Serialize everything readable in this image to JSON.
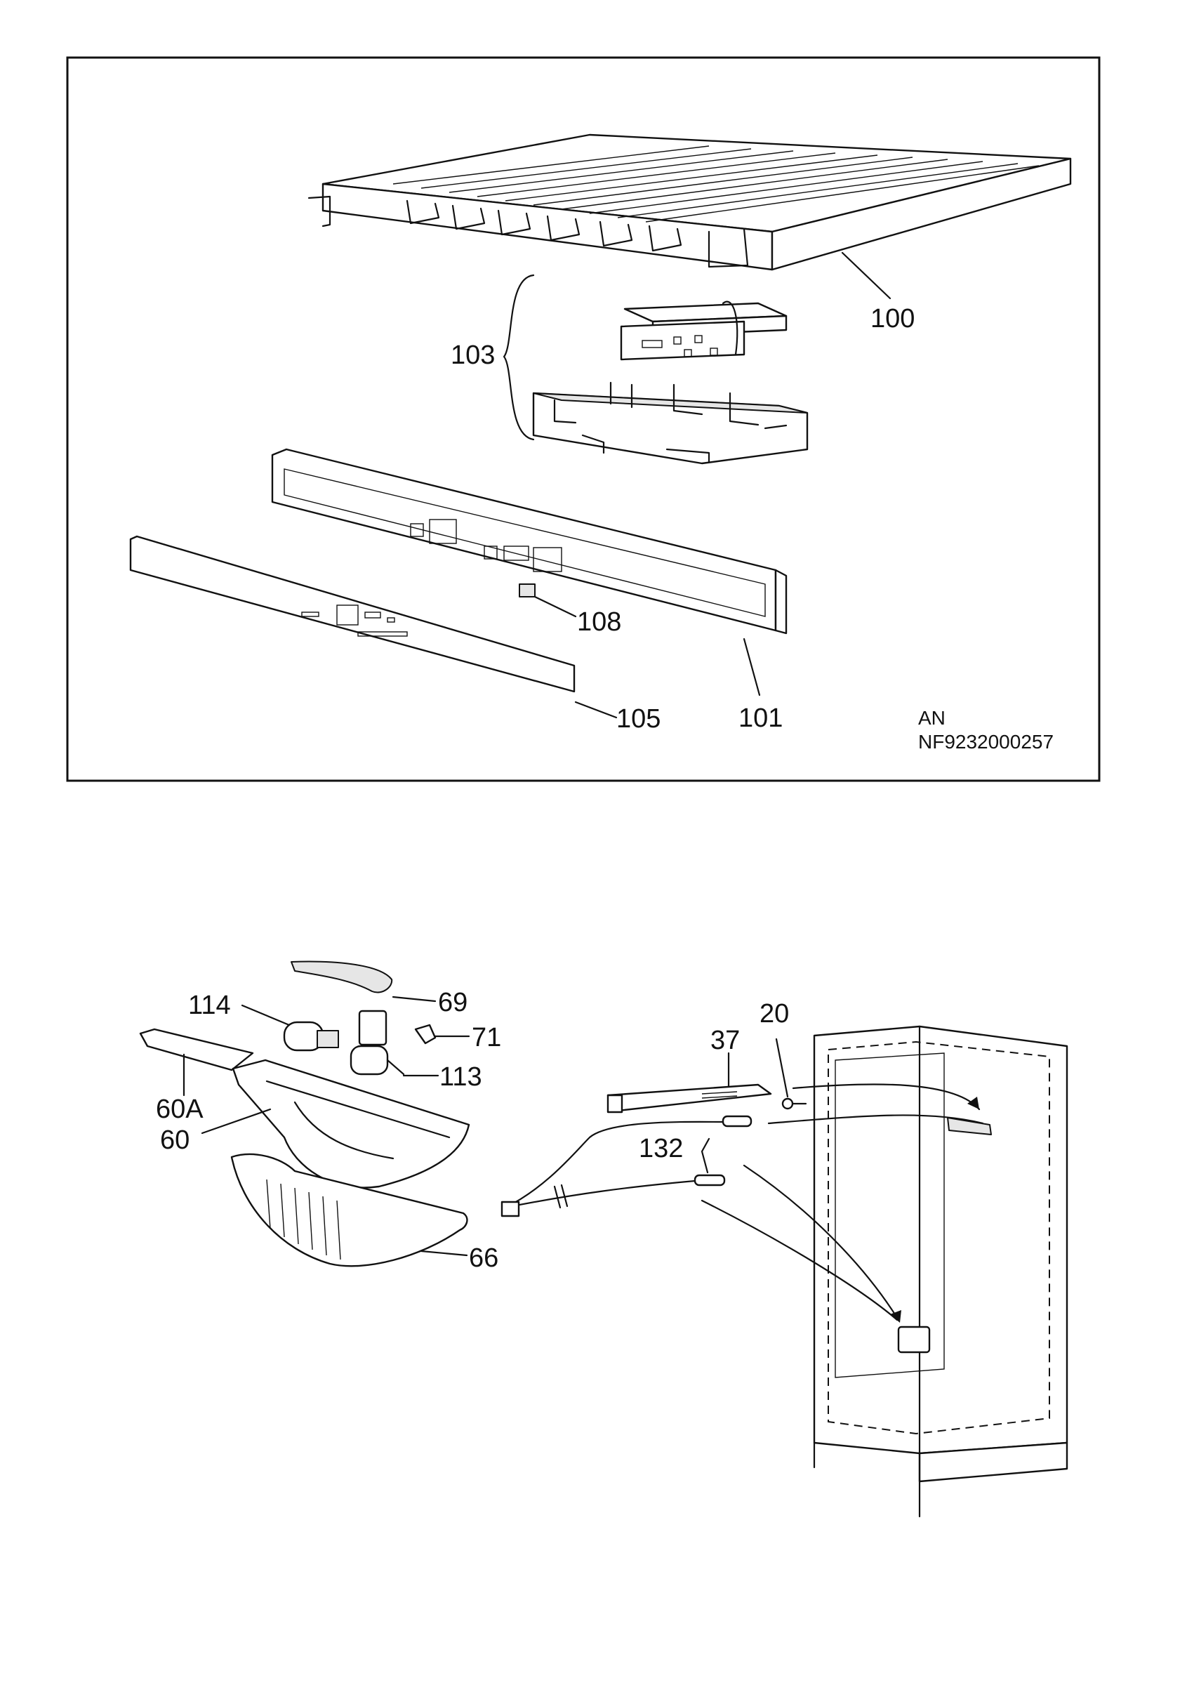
{
  "upper_diagram": {
    "callouts": [
      {
        "id": "100",
        "label": "100"
      },
      {
        "id": "103",
        "label": "103"
      },
      {
        "id": "108",
        "label": "108"
      },
      {
        "id": "105",
        "label": "105"
      },
      {
        "id": "101",
        "label": "101"
      }
    ],
    "code_line_1": "AN",
    "code_line_2": "NF9232000257"
  },
  "lower_diagram": {
    "callouts": [
      {
        "id": "114",
        "label": "114"
      },
      {
        "id": "69",
        "label": "69"
      },
      {
        "id": "71",
        "label": "71"
      },
      {
        "id": "113",
        "label": "113"
      },
      {
        "id": "60A",
        "label": "60A"
      },
      {
        "id": "60",
        "label": "60"
      },
      {
        "id": "66",
        "label": "66"
      },
      {
        "id": "20",
        "label": "20"
      },
      {
        "id": "37",
        "label": "37"
      },
      {
        "id": "132",
        "label": "132"
      }
    ]
  }
}
